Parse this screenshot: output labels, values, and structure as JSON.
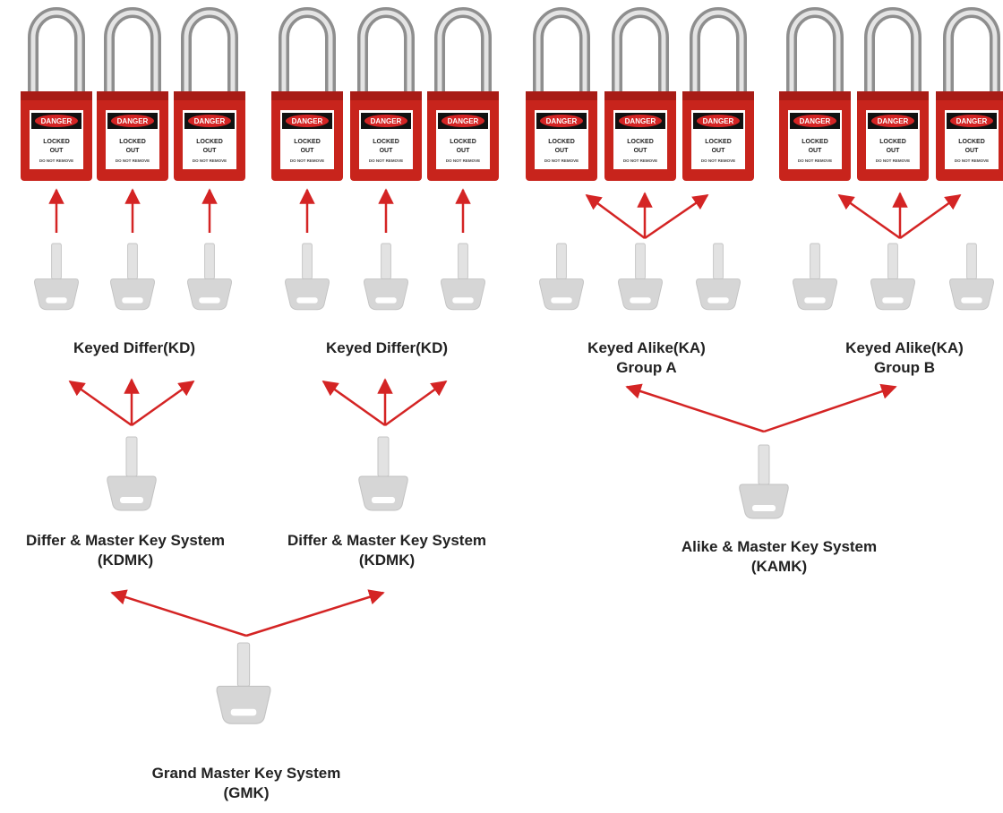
{
  "padlock_tag": {
    "danger": "DANGER",
    "locked": "LOCKED",
    "out": "OUT",
    "do_not_remove": "DO NOT REMOVE"
  },
  "labels": {
    "kd_1": "Keyed Differ(KD)",
    "kd_2": "Keyed Differ(KD)",
    "ka_a_line1": "Keyed Alike(KA)",
    "ka_a_line2": "Group A",
    "ka_b_line1": "Keyed Alike(KA)",
    "ka_b_line2": "Group B",
    "kdmk_1_line1": "Differ & Master Key System",
    "kdmk_1_line2": "(KDMK)",
    "kdmk_2_line1": "Differ & Master Key System",
    "kdmk_2_line2": "(KDMK)",
    "kamk_line1": "Alike & Master Key System",
    "kamk_line2": "(KAMK)",
    "gmk_line1": "Grand Master Key System",
    "gmk_line2": "(GMK)"
  },
  "colors": {
    "padlock_body": "#c8241c",
    "arrow": "#d42424",
    "key": "#d6d6d6",
    "shackle": "#b8b8b8"
  }
}
